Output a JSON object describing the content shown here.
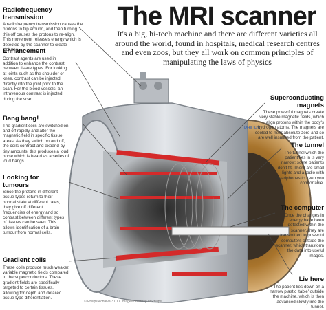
{
  "header": {
    "title": "The MRI scanner",
    "subtitle": "It's a big, hi-tech machine and there are different varieties all around the world, found in hospitals, medical research centres and even zoos, but they all work on common principles of manipulating the laws of physics"
  },
  "sections": {
    "radiofrequency": {
      "heading": "Radiofrequency transmission",
      "body": "A radiofrequency transmission causes the protons to flip around, and then turning this off causes the protons to re-align. This movement releases energy which is detected by the scanner to create pictures."
    },
    "enhancement": {
      "heading": "Enhancement",
      "body": "Contrast agents are used in addition to enhance the contrast between tissue types. For looking at joints such as the shoulder or knee, contrast can be injected directly into the joint prior to the scan. For the blood vessels, an intravenous contrast is injected during the scan."
    },
    "bang": {
      "heading": "Bang bang!",
      "body": "The gradient coils are switched on and off rapidly and alter the magnetic field in specific tissue areas. As they switch on and off, the coils contract and expand by tiny amounts; this produces a loud noise which is heard as a series of loud bangs."
    },
    "tumours": {
      "heading": "Looking for tumours",
      "body": "Since the protons in different tissue types return to their normal state at different rates, they give off different frequencies of energy and so contrast between different types of tissues can be seen. This allows identification of a brain tumour from normal cells."
    },
    "gradient": {
      "heading": "Gradient coils",
      "body": "These coils produce much weaker, variable magnetic fields compared to the superconductors. These gradient fields are specifically targeted to certain tissues, allowing for depth and detailed tissue type differentiation."
    },
    "superconducting": {
      "heading": "Superconducting magnets",
      "body": "These powerful magnets create very stable magnetic fields, which align protons within the body's hydrogen atoms. The magnets are cooled to near absolute zero and so are well insulated from the patient."
    },
    "tunnel": {
      "heading": "The tunnel",
      "body": "The tunnel which the patient lies in is very narrow; some patients don't fit. There are small lights and a radio with headphones to keep you comfortable."
    },
    "computer": {
      "heading": "The computer",
      "body": "Once the changes in energy have been detected within the scanner, they are transmitted to powerful computers outside the scanner, which transform the data into useful images."
    },
    "liehere": {
      "heading": "Lie here",
      "body": "The patient lies down on a narrow plastic 'table' outside the machine, which is then advanced slowly into the tunnel."
    }
  },
  "credit": "© Philips Achieva 3T TX images courtesy of Philips",
  "brand": "PHILIPS",
  "colors": {
    "coil_red": "#d42a2a",
    "shell": "#c9ccd0",
    "copper": "#a8742c"
  }
}
